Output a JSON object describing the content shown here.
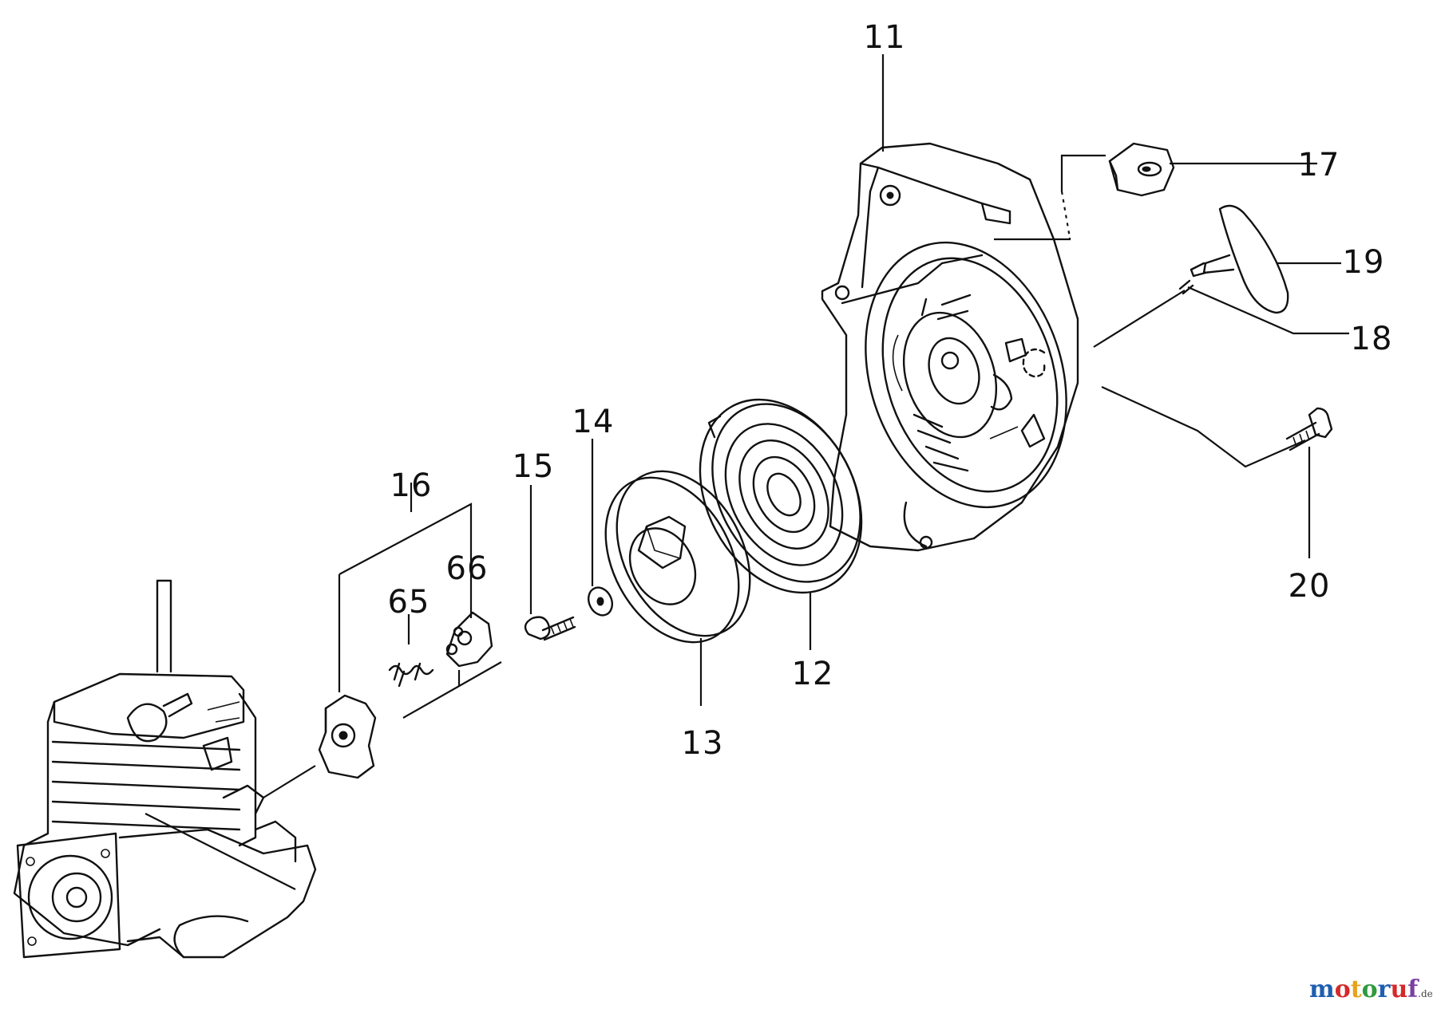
{
  "labels": {
    "p11": "11",
    "p12": "12",
    "p13": "13",
    "p14": "14",
    "p15": "15",
    "p16": "16",
    "p17": "17",
    "p18": "18",
    "p19": "19",
    "p20": "20",
    "p65": "65",
    "p66": "66"
  },
  "watermark": {
    "text_main": "motoruf",
    "text_suffix": ".de",
    "colors": [
      "#1f5fb0",
      "#d6282a",
      "#e6a21a",
      "#2e9a3c",
      "#1f5fb0",
      "#d6282a",
      "#7a3fa0"
    ]
  }
}
